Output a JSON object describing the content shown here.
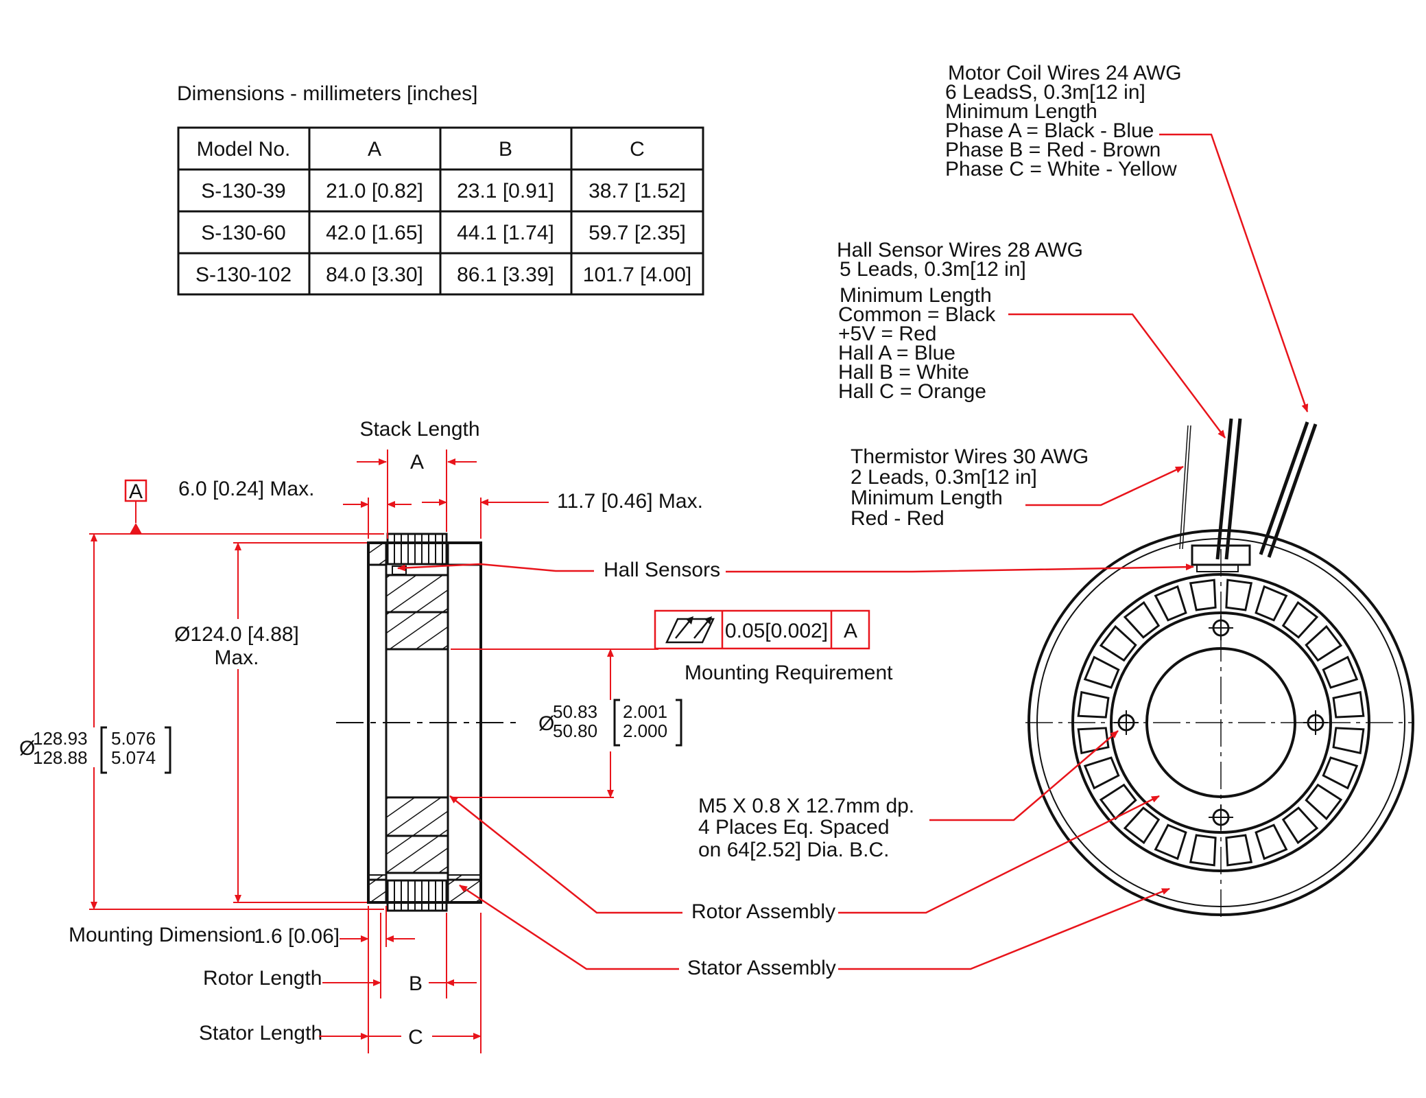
{
  "table": {
    "caption": "Dimensions - millimeters [inches]",
    "headers": [
      "Model No.",
      "A",
      "B",
      "C"
    ],
    "rows": [
      [
        "S-130-39",
        "21.0 [0.82]",
        "23.1 [0.91]",
        "38.7 [1.52]"
      ],
      [
        "S-130-60",
        "42.0 [1.65]",
        "44.1 [1.74]",
        "59.7 [2.35]"
      ],
      [
        "S-130-102",
        "84.0 [3.30]",
        "86.1 [3.39]",
        "101.7 [4.00]"
      ]
    ]
  },
  "motor_coil_note": [
    "Motor Coil Wires 24 AWG",
    "6 LeadsS, 0.3m[12 in]",
    "Minimum Length",
    "Phase A = Black - Blue",
    "Phase B = Red - Brown",
    "Phase C = White - Yellow"
  ],
  "hall_sensor_note": [
    "Hall Sensor Wires 28 AWG",
    "5 Leads, 0.3m[12 in]",
    "Minimum Length",
    "Common = Black",
    "+5V = Red",
    "Hall A = Blue",
    "Hall B = White",
    "Hall C = Orange"
  ],
  "thermistor_note": [
    "Thermistor Wires 30 AWG",
    "2 Leads, 0.3m[12 in]",
    "Minimum Length",
    "Red - Red"
  ],
  "side_view": {
    "stack_length": "Stack Length",
    "dim_a": "A",
    "datum": "A",
    "max_6": "6.0 [0.24] Max.",
    "max_11": "11.7 [0.46] Max.",
    "dia_124": "Ø124.0 [4.88]",
    "dia_124_max": "Max.",
    "dia_sym": "Ø",
    "dia_128_upper": "128.93",
    "dia_128_lower": "128.88",
    "dia_128_in_upper": "5.076",
    "dia_128_in_lower": "5.074",
    "dia_50_upper": "50.83",
    "dia_50_lower": "50.80",
    "dia_50_in_upper": "2.001",
    "dia_50_in_lower": "2.000",
    "tolerance_value": "0.05[0.002]",
    "tolerance_datum": "A",
    "mounting_requirement": "Mounting Requirement",
    "mounting_dimension": "Mounting Dimension",
    "dim_1_6": "1.6 [0.06]",
    "rotor_length": "Rotor Length",
    "dim_b": "B",
    "stator_length": "Stator Length",
    "dim_c": "C"
  },
  "callouts": {
    "hall_sensors": "Hall Sensors",
    "rotor_assembly": "Rotor Assembly",
    "stator_assembly": "Stator Assembly",
    "m5_note": [
      "M5 X 0.8 X 12.7mm dp.",
      "4 Places Eq. Spaced",
      "on 64[2.52] Dia. B.C."
    ]
  },
  "colors": {
    "line": "#111111",
    "callout": "#e8141b"
  }
}
